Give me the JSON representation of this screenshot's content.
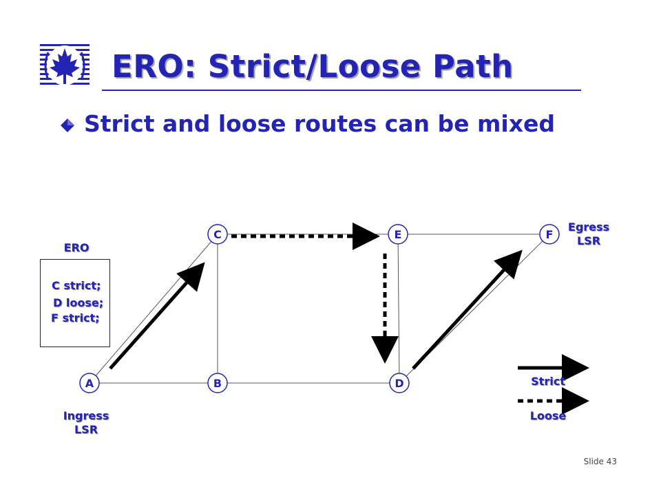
{
  "slide": {
    "title": "ERO: Strict/Loose Path",
    "bullet": "Strict and loose routes can be mixed",
    "slide_number": "Slide 43"
  },
  "diagram": {
    "nodes": [
      {
        "id": "A",
        "label": "A"
      },
      {
        "id": "B",
        "label": "B"
      },
      {
        "id": "C",
        "label": "C"
      },
      {
        "id": "D",
        "label": "D"
      },
      {
        "id": "E",
        "label": "E"
      },
      {
        "id": "F",
        "label": "F"
      }
    ],
    "links": [
      [
        "A",
        "B"
      ],
      [
        "B",
        "D"
      ],
      [
        "A",
        "C"
      ],
      [
        "C",
        "B"
      ],
      [
        "C",
        "E"
      ],
      [
        "E",
        "D"
      ],
      [
        "E",
        "F"
      ],
      [
        "D",
        "F"
      ]
    ],
    "hops": [
      {
        "from": "A",
        "to": "C",
        "style": "strict"
      },
      {
        "from": "C",
        "to": "E",
        "style": "loose"
      },
      {
        "from": "E",
        "to": "D",
        "style": "loose"
      },
      {
        "from": "D",
        "to": "F",
        "style": "strict"
      }
    ],
    "ero_label": "ERO",
    "ero_entries": [
      "C strict;",
      "D loose;",
      "F strict;"
    ],
    "egress_line1": "Egress",
    "egress_line2": "LSR",
    "ingress_line1": "Ingress",
    "ingress_line2": "LSR",
    "legend": {
      "strict": "Strict",
      "loose": "Loose"
    }
  },
  "colors": {
    "text": "#2323b4",
    "node_fill": "#ffffff",
    "node_stroke": "#2323b4",
    "arrow": "#000000"
  },
  "icons": {
    "logo": "maple-leaf-logo",
    "bullet": "diamond-bullet-icon"
  }
}
